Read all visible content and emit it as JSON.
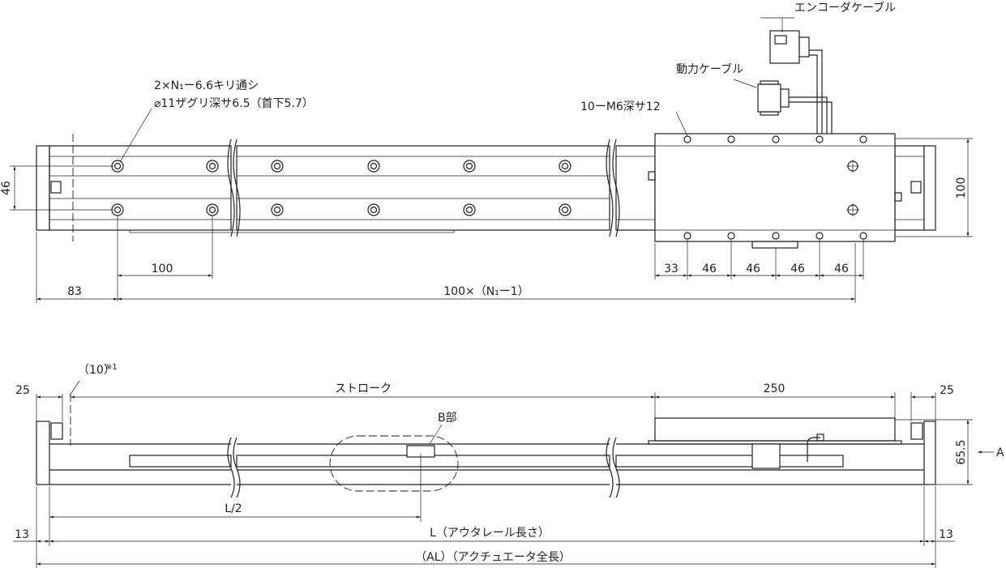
{
  "top_view": {
    "labels": {
      "encoder_cable": "エンコーダケーブル",
      "power_cable": "動力ケーブル",
      "tapped_holes": "10ーM6深サ12",
      "mount_holes_line1": "2×N₁ー6.6キリ通シ",
      "mount_holes_line2": "⌀11ザグリ深サ6.5（首下5.7）"
    },
    "dims": {
      "height_46": "46",
      "pitch_100": "100",
      "end_83": "83",
      "pitch_total": "100×（N₁ー1）",
      "slider_33": "33",
      "slider_46_a": "46",
      "slider_46_b": "46",
      "slider_46_c": "46",
      "slider_46_d": "46",
      "slider_height_100": "100"
    }
  },
  "side_view": {
    "labels": {
      "ref_10": "（10）",
      "note_mark": "※1",
      "stroke": "ストローク",
      "detail_b": "B部",
      "arrow_a": "A"
    },
    "dims": {
      "left_25": "25",
      "right_25": "25",
      "slider_250": "250",
      "height_65_5": "65.5",
      "half_length": "L/2",
      "left_13": "13",
      "right_13": "13",
      "outer_rail": "L（アウタレール長さ）",
      "overall": "（AL）（アクチュエータ全長）"
    }
  }
}
